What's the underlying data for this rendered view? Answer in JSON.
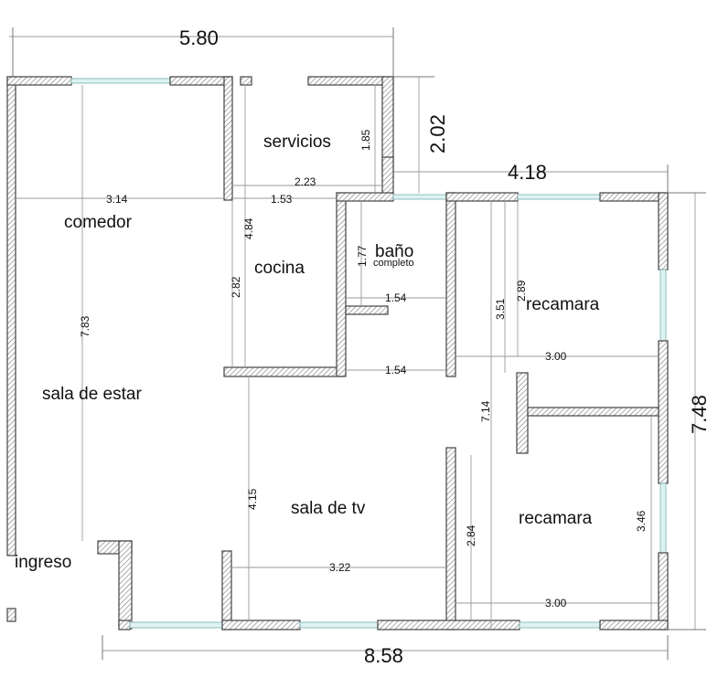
{
  "rooms": {
    "servicios": "servicios",
    "comedor": "comedor",
    "cocina": "cocina",
    "bano": "baño",
    "bano_sub": "completo",
    "recamara_top": "recamara",
    "sala_estar": "sala de estar",
    "sala_tv": "sala de tv",
    "recamara_bottom": "recamara",
    "ingreso": "ingreso"
  },
  "dimensions": {
    "top_overall": "5.80",
    "right_upper_height": "2.02",
    "right_upper_width": "4.18",
    "right_overall_height": "7.48",
    "bottom_overall": "8.58",
    "comedor_width": "3.14",
    "comedor_height": "7.83",
    "servicios_height": "1.85",
    "servicios_width": "2.23",
    "cocina_width": "1.53",
    "cocina_depth_total": "4.84",
    "cocina_height": "2.82",
    "bano_height": "1.77",
    "bano_width": "1.54",
    "hall_width": "1.54",
    "recamara_top_height_a": "3.51",
    "recamara_top_height_b": "2.89",
    "recamara_top_width": "3.00",
    "hall_height": "7.14",
    "sala_tv_height": "4.15",
    "sala_tv_width": "3.22",
    "recamara_bottom_height_a": "2.84",
    "recamara_bottom_height_b": "3.46",
    "recamara_bottom_width": "3.00"
  }
}
